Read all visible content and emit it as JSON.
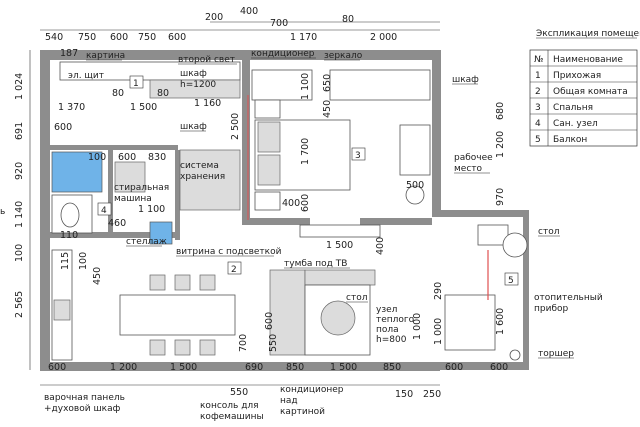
{
  "top_dims_row1": [
    "200",
    "400",
    "80"
  ],
  "top_dims_row2": [
    "540",
    "750",
    "600",
    "750",
    "600",
    "1 170",
    "2 000"
  ],
  "top_dims_row2b": [
    "700"
  ],
  "left_dims": [
    "1 024",
    "691",
    "920",
    "1 140",
    "100",
    "2 565"
  ],
  "bottom_dims": [
    "600",
    "1 200",
    "1 500",
    "690",
    "850",
    "1 500",
    "850",
    "600",
    "600"
  ],
  "bottom_dims_row2": [
    "550",
    "150",
    "250"
  ],
  "inner_dims": [
    "187",
    "80",
    "1 370",
    "80",
    "1 500",
    "1 160",
    "600",
    "600",
    "830",
    "100",
    "460",
    "1 100",
    "110",
    "2 500",
    "1 100",
    "450",
    "650",
    "1 700",
    "400",
    "600",
    "1 500",
    "400",
    "500",
    "680",
    "1 200",
    "970",
    "290",
    "1 000",
    "1 000",
    "1 600",
    "115",
    "450",
    "100",
    "700",
    "550",
    "600"
  ],
  "room_numbers": [
    "1",
    "2",
    "3",
    "4",
    "5"
  ],
  "labels": {
    "kartina": "картина",
    "vtoroy_svet": "второй свет",
    "konditsioner": "кондиционер",
    "zerkalo": "зеркало",
    "el_shchit": "эл. щит",
    "shkaf_h": "шкаф\nh=1200",
    "shkaf_right": "шкаф",
    "shkaf_left": "шкаф",
    "sistema_hraneniya": "система\nхранения",
    "stiralnaya": "стиральная\nмашина",
    "stellazh": "стеллаж",
    "vitrina": "витрина с подсветкой",
    "tumba": "тумба под ТВ",
    "rabochee_mesto": "рабочее\nместо",
    "stol_balcony": "стол",
    "stol_center": "стол",
    "uzel": "узел\nтеплого\nпола\nh=800",
    "otopitelny": "отопительный\nприбор",
    "torsher": "торшер",
    "varochnaya": "варочная панель\n+духовой шкаф",
    "konsol": "консоль для\nкофемашины",
    "konditsioner_bottom": "кондиционер\nнад\nкартиной",
    "left_edge_text": "ь"
  },
  "legend": {
    "title": "Экспликация помещений",
    "header": [
      "№",
      "Наименование"
    ],
    "rows": [
      [
        "1",
        "Прихожая"
      ],
      [
        "2",
        "Общая комната"
      ],
      [
        "3",
        "Спальня"
      ],
      [
        "4",
        "Сан. узел"
      ],
      [
        "5",
        "Балкон"
      ]
    ]
  }
}
